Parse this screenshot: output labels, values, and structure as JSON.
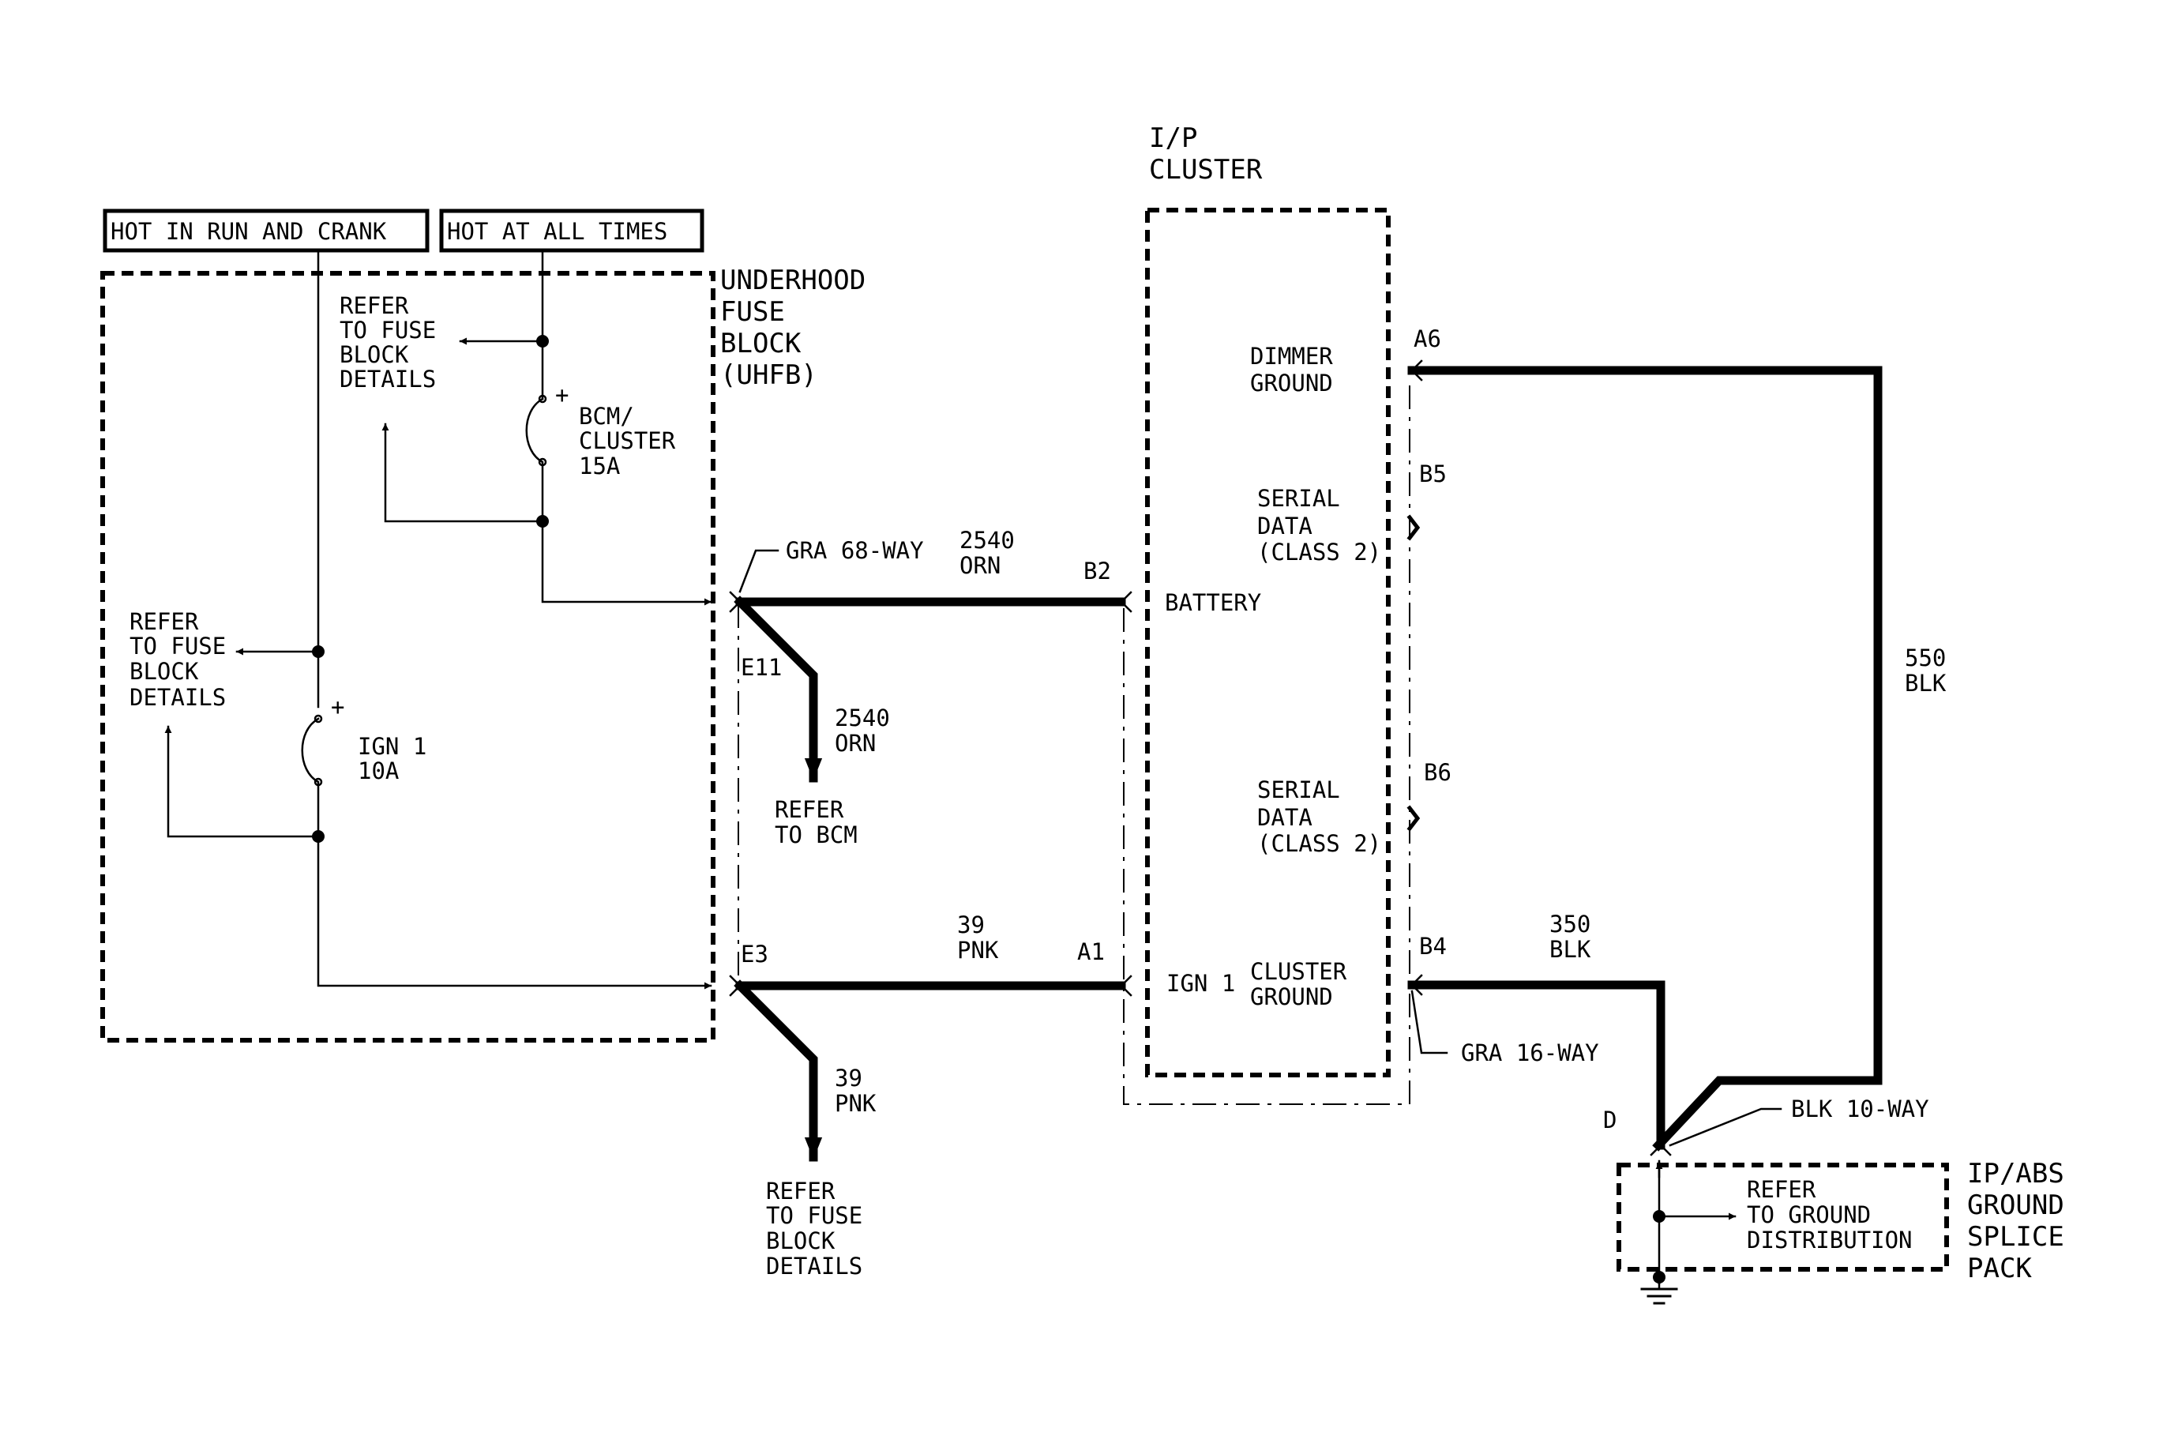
{
  "labels": {
    "hot_run_crank": "HOT IN RUN AND CRANK",
    "hot_all_times": "HOT AT ALL TIMES",
    "uhfb": [
      "UNDERHOOD",
      "FUSE",
      "BLOCK",
      "(UHFB)"
    ],
    "ip_cluster": [
      "I/P",
      "CLUSTER"
    ],
    "refer_fuse_top": [
      "REFER",
      "TO FUSE",
      "BLOCK",
      "DETAILS"
    ],
    "refer_fuse_left": [
      "REFER",
      "TO FUSE",
      "BLOCK",
      "DETAILS"
    ],
    "fuse_bcm": [
      "BCM/",
      "CLUSTER",
      "15A"
    ],
    "fuse_ign": [
      "IGN 1",
      "10A"
    ],
    "plus1": "+",
    "plus2": "+",
    "gra68": "GRA 68-WAY",
    "wire_2540_top": [
      "2540",
      "ORN"
    ],
    "b2": "B2",
    "e11": "E11",
    "wire_2540_down": [
      "2540",
      "ORN"
    ],
    "refer_bcm": [
      "REFER",
      "TO BCM"
    ],
    "battery": "BATTERY",
    "e3": "E3",
    "wire_39_top": [
      "39",
      "PNK"
    ],
    "a1": "A1",
    "wire_39_down": [
      "39",
      "PNK"
    ],
    "refer_fuse_bottom": [
      "REFER",
      "TO FUSE",
      "BLOCK",
      "DETAILS"
    ],
    "ign1": "IGN 1",
    "dimmer_ground": [
      "DIMMER",
      "GROUND"
    ],
    "serial1": [
      "SERIAL",
      "DATA",
      "(CLASS 2)"
    ],
    "serial2": [
      "SERIAL",
      "DATA",
      "(CLASS 2)"
    ],
    "cluster_ground": [
      "CLUSTER",
      "GROUND"
    ],
    "a6": "A6",
    "b5": "B5",
    "b6": "B6",
    "b4": "B4",
    "wire_550": [
      "550",
      "BLK"
    ],
    "wire_350": [
      "350",
      "BLK"
    ],
    "gra16": "GRA 16-WAY",
    "d": "D",
    "blk10": "BLK 10-WAY",
    "refer_ground": [
      "REFER",
      "TO GROUND",
      "DISTRIBUTION"
    ],
    "splice_pack": [
      "IP/ABS",
      "GROUND",
      "SPLICE",
      "PACK"
    ]
  }
}
